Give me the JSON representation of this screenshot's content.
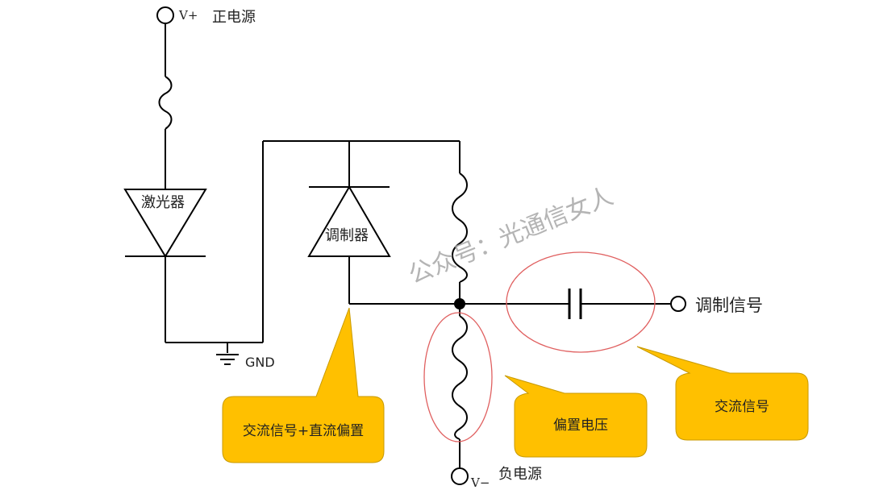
{
  "labels": {
    "v_plus": "V+",
    "pos_supply": "正电源",
    "laser": "激光器",
    "modulator": "调制器",
    "gnd": "GND",
    "mod_signal": "调制信号",
    "v_minus": "V−",
    "neg_supply": "负电源"
  },
  "callouts": {
    "ac_dc": "交流信号+直流偏置",
    "bias": "偏置电压",
    "ac": "交流信号"
  },
  "watermark": "公众号：光通信女人",
  "colors": {
    "wire": "#000000",
    "callout_fill": "#FFC000",
    "callout_stroke": "#C89A00",
    "ellipse": "#E06060",
    "watermark": "#A8A8A8"
  }
}
